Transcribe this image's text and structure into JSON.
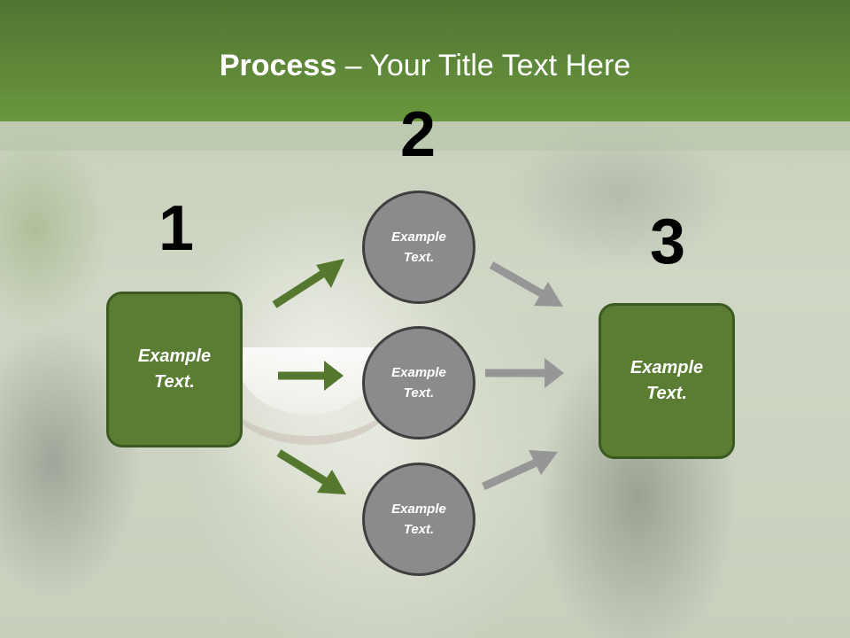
{
  "title": {
    "strong": "Process",
    "rest": " – Your Title Text Here"
  },
  "steps": {
    "one": "1",
    "two": "2",
    "three": "3"
  },
  "left_box": {
    "text": "Example\nText."
  },
  "circles": [
    {
      "text": "Example\nText."
    },
    {
      "text": "Example\nText."
    },
    {
      "text": "Example\nText."
    }
  ],
  "right_box": {
    "text": "Example\nText."
  },
  "colors": {
    "header": "#6a963e",
    "box_fill": "#5b7d33",
    "circle_fill": "#8b8b8b",
    "green_arrow": "#55782e",
    "gray_arrow": "#969696"
  }
}
